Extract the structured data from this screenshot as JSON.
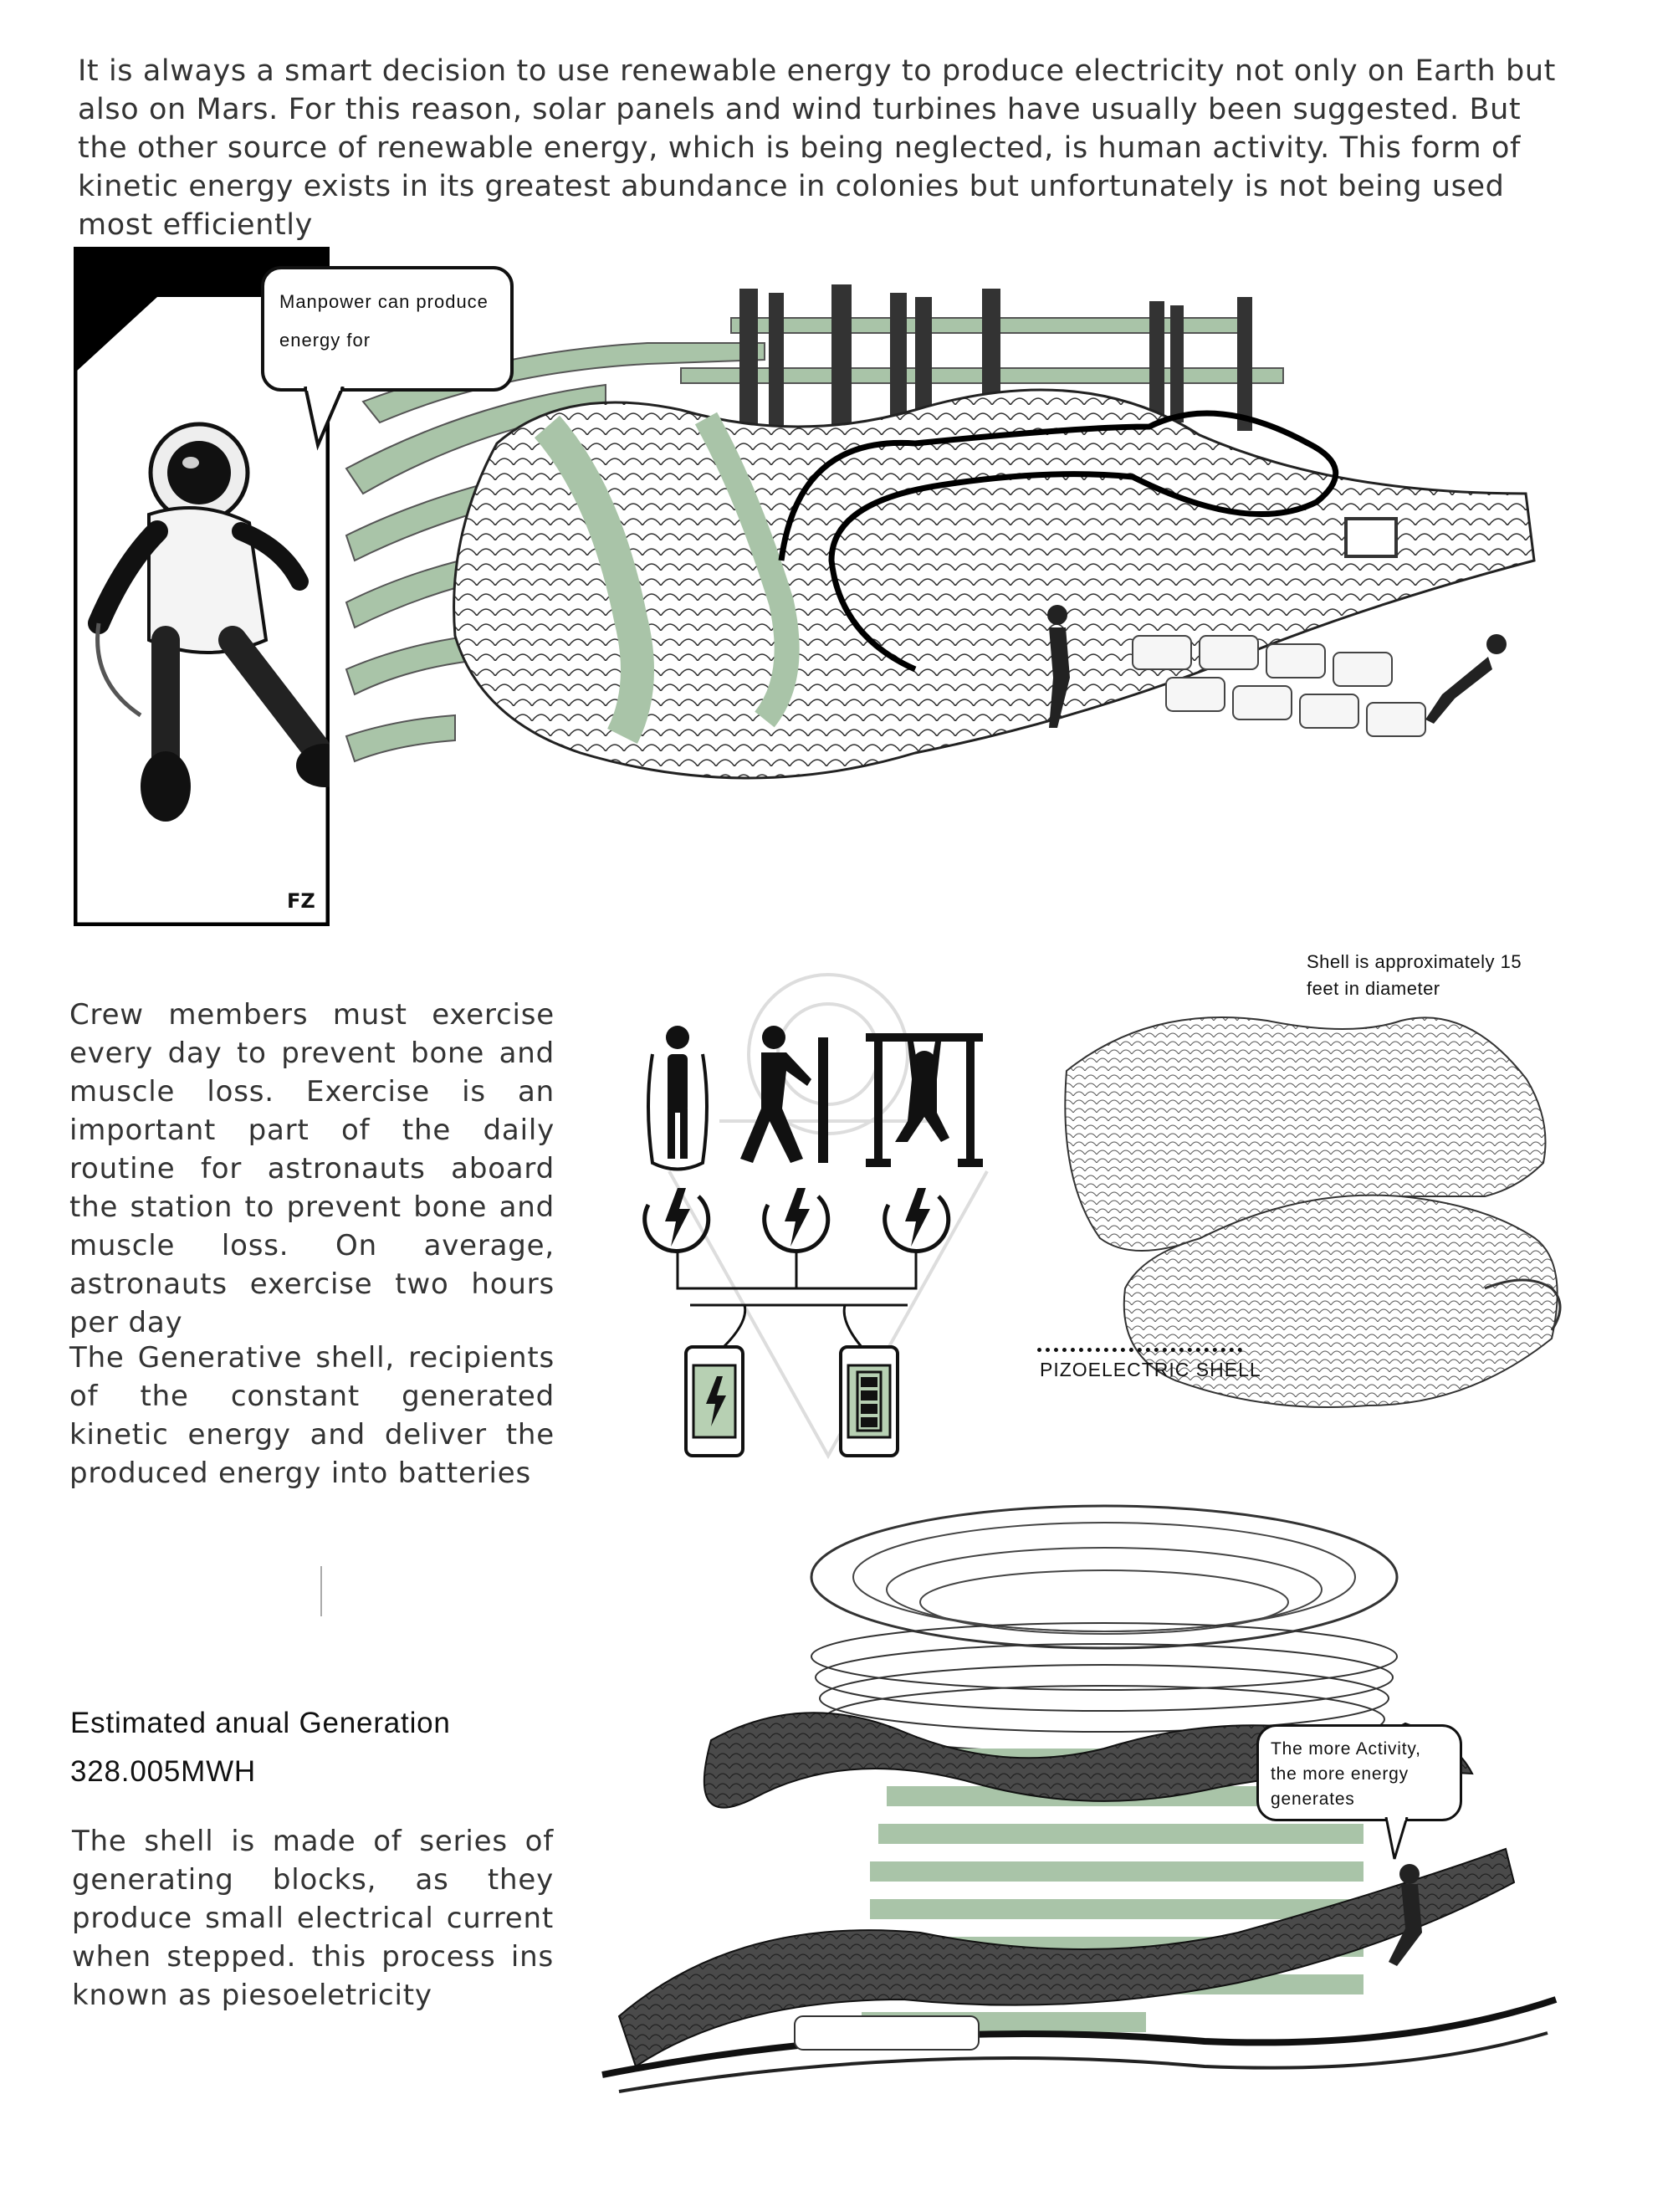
{
  "intro": "It is always a smart decision to use renewable energy to produce electricity not only on Earth but also on Mars. For this reason, solar panels and wind turbines have usually been suggested. But the other source of renewable energy, which is being neglected, is human activity. This form of kinetic energy exists in its greatest abundance in colonies but unfortunately is not being  used most efficiently",
  "illustration1": {
    "bubble_text": "Manpower can produce energy for",
    "signature": "FZ",
    "accent": "#a9c4a8"
  },
  "exercise_text": "Crew members must exercise every day to prevent bone and muscle loss. Exercise is an important part of the daily routine for astronauts aboard the station to prevent bone and muscle loss. On average, astronauts exercise two hours per day",
  "shell_text": "The Generative shell, recipients of the constant generated kinetic energy and deliver the produced energy into batteries",
  "diagram": {
    "icons": [
      "jump-rope-icon",
      "push-wall-icon",
      "pull-up-bar-icon",
      "lightning-icon",
      "phone-battery-icon"
    ],
    "phone_color": "#b7d0b3"
  },
  "shell_label": {
    "diameter_line1": "Shell is  approximately",
    "diameter_number": "15",
    "diameter_line2": "feet in diameter",
    "name": "PIZOELECTRIC SHELL"
  },
  "generation": {
    "heading": "Estimated anual Generation",
    "value": "328.005MWH"
  },
  "blocks_text": "The shell is made of series of generating blocks, as they produce small electrical current when stepped. this process ins known as piesoeletricity",
  "bubble2_text": "The more Activity, the more energy generates"
}
